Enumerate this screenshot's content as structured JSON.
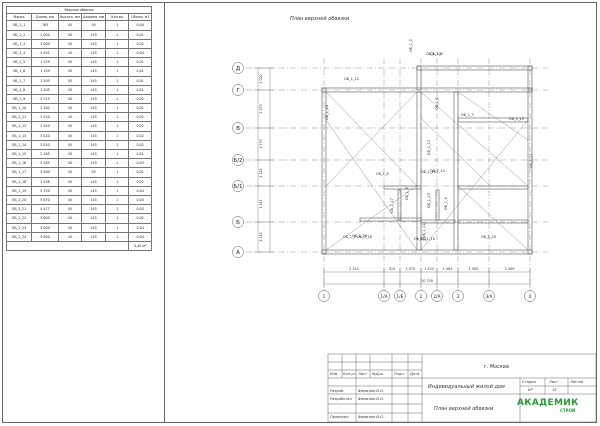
{
  "spec_table": {
    "caption": "Верхняя обвязка",
    "headers": [
      "Марка",
      "Длина, мм",
      "Высота, мм",
      "Ширина, мм",
      "Кол-во",
      "Объем, м3"
    ],
    "rows": [
      [
        "ОБ_1_1",
        "763",
        "45",
        "95",
        "1",
        "0,00"
      ],
      [
        "ОБ_1_2",
        "1 000",
        "45",
        "145",
        "1",
        "0,01"
      ],
      [
        "ОБ_1_3",
        "3 000",
        "45",
        "145",
        "1",
        "0,02"
      ],
      [
        "ОБ_1_4",
        "5 491",
        "45",
        "145",
        "1",
        "0,04"
      ],
      [
        "ОБ_1_5",
        "1 159",
        "45",
        "145",
        "1",
        "0,01"
      ],
      [
        "ОБ_1_6",
        "1 159",
        "45",
        "145",
        "1",
        "0,01"
      ],
      [
        "ОБ_1_7",
        "1 505",
        "45",
        "145",
        "1",
        "0,01"
      ],
      [
        "ОБ_1_8",
        "1 505",
        "45",
        "145",
        "1",
        "0,01"
      ],
      [
        "ОБ_1_9",
        "2 315",
        "45",
        "145",
        "1",
        "0,02"
      ],
      [
        "ОБ_1_10",
        "2 162",
        "45",
        "145",
        "1",
        "0,01"
      ],
      [
        "ОБ_1_11",
        "3 220",
        "45",
        "145",
        "1",
        "0,02"
      ],
      [
        "ОБ_1_12",
        "2 420",
        "45",
        "145",
        "1",
        "0,02"
      ],
      [
        "ОБ_1_13",
        "3 020",
        "45",
        "145",
        "1",
        "0,02"
      ],
      [
        "ОБ_1_14",
        "3 020",
        "45",
        "145",
        "1",
        "0,02"
      ],
      [
        "ОБ_1_15",
        "2 185",
        "45",
        "145",
        "1",
        "0,01"
      ],
      [
        "ОБ_1_16",
        "5 285",
        "45",
        "145",
        "1",
        "0,03"
      ],
      [
        "ОБ_1_17",
        "3 280",
        "45",
        "95",
        "1",
        "0,01"
      ],
      [
        "ОБ_1_18",
        "3 238",
        "45",
        "145",
        "1",
        "0,02"
      ],
      [
        "ОБ_1_19",
        "5 720",
        "45",
        "145",
        "1",
        "0,04"
      ],
      [
        "ОБ_1_20",
        "5 670",
        "45",
        "145",
        "1",
        "0,04"
      ],
      [
        "ОБ_1_21",
        "4 477",
        "45",
        "145",
        "1",
        "0,03"
      ],
      [
        "ОБ_1_22",
        "3 000",
        "45",
        "145",
        "1",
        "0,02"
      ],
      [
        "ОБ_1_23",
        "5 000",
        "45",
        "145",
        "1",
        "0,04"
      ],
      [
        "ОБ_1_24",
        "5 900",
        "45",
        "145",
        "1",
        "0,04"
      ]
    ],
    "total": "0,45 м³"
  },
  "plan": {
    "title": "План верхней обвязки",
    "row_axes": [
      "Д",
      "Г",
      "В",
      "Б/2",
      "Б/1",
      "Б",
      "А"
    ],
    "col_axes": [
      "1",
      "1/А",
      "1/Б",
      "2",
      "2/А",
      "3",
      "3/А",
      "4"
    ],
    "dims_bottom": [
      "2 315",
      "315",
      "1 070",
      "1 153",
      "1 463",
      "1 565",
      "2 309"
    ],
    "dim_total": "10 700",
    "dims_left": [
      "1 020",
      "2 270",
      "1 770",
      "1 225",
      "1 345",
      "1 150"
    ],
    "beam_labels": [
      "ОБ_1_1",
      "ОБ_1_2",
      "ОБ_1_3",
      "ОБ_1_4",
      "ОБ_1_5",
      "ОБ_1_6",
      "ОБ_1_7",
      "ОБ_1_8",
      "ОБ_1_9",
      "ОБ_1_10",
      "ОБ_1_11",
      "ОБ_1_12",
      "ОБ_1_13",
      "ОБ_1_14",
      "ОБ_1_15",
      "ОБ_1_16",
      "ОБ_1_17",
      "ОБ_1_18",
      "ОБ_1_19",
      "ОБ_1_20",
      "ОБ_1_21",
      "ОБ_1_22",
      "ОБ_1_23",
      "ОБ_1_24"
    ]
  },
  "title_block": {
    "city": "г. Москва",
    "col_headers": [
      "Изм.",
      "Кол.уч",
      "Лист",
      "№Док.",
      "Подп.",
      "Дата"
    ],
    "roles": [
      "Разраб.",
      "Разработал",
      "Проверил"
    ],
    "names": [
      "Фамилия И.О.",
      "Фамилия И.О.",
      "Фамилия И.О."
    ],
    "project": "Индивидуальный жилой дом",
    "sheet_name": "План верхней обвязки",
    "stage_label": "Стадия",
    "sheet_label": "Лист",
    "sheets_label": "Листов",
    "stage": "КР",
    "sheet": "15",
    "logo": "АКАДЕМИК",
    "logo_sub": "СТРОЙ"
  }
}
